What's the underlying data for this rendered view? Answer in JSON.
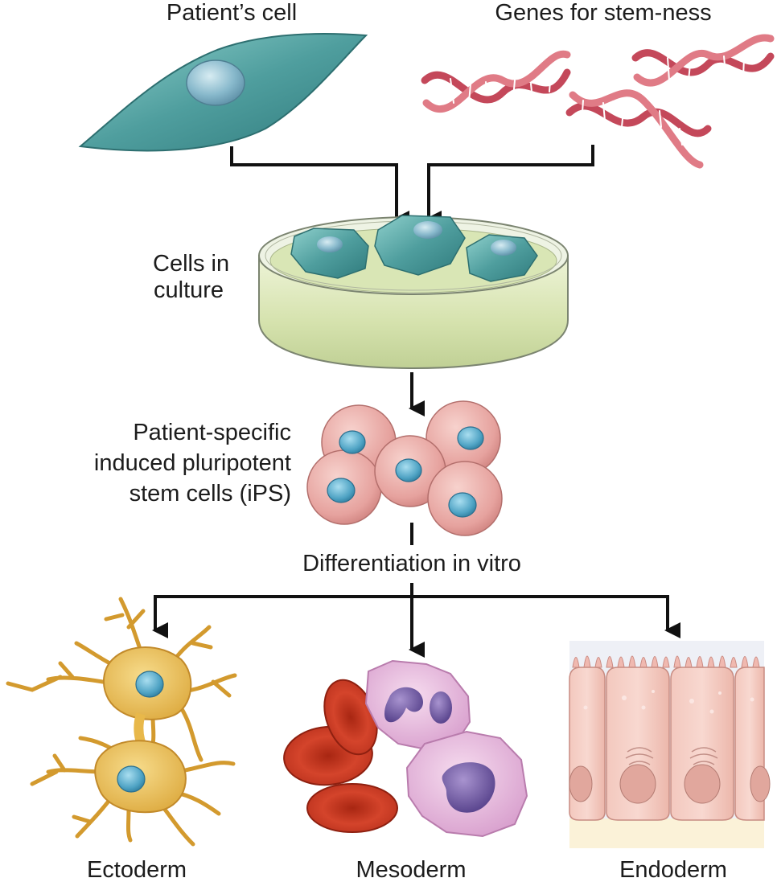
{
  "labels": {
    "patient_cell": "Patient’s cell",
    "genes": "Genes for stem-ness",
    "culture_line1": "Cells in",
    "culture_line2": "culture",
    "ips_line1": "Patient-specific",
    "ips_line2": "induced pluripotent",
    "ips_line3": "stem cells (iPS)",
    "differentiation": "Differentiation in vitro",
    "ectoderm": "Ectoderm",
    "mesoderm": "Mesoderm",
    "endoderm": "Endoderm"
  },
  "colors": {
    "patient_cell": "#4f9e9e",
    "nucleus": "#7fb7cc",
    "dna_strand": "#c4485a",
    "dish_medium": "#d9e6b5",
    "ips_cell": "#e6a29e",
    "ips_nucleus": "#59a9c8",
    "neuron": "#e8b84a",
    "red_blood_cell": "#c83b25",
    "white_blood_cell": "#e8b4dd",
    "wbc_nucleus": "#6e56a0",
    "epithelium": "#f1c2b8",
    "arrow": "#111111"
  }
}
